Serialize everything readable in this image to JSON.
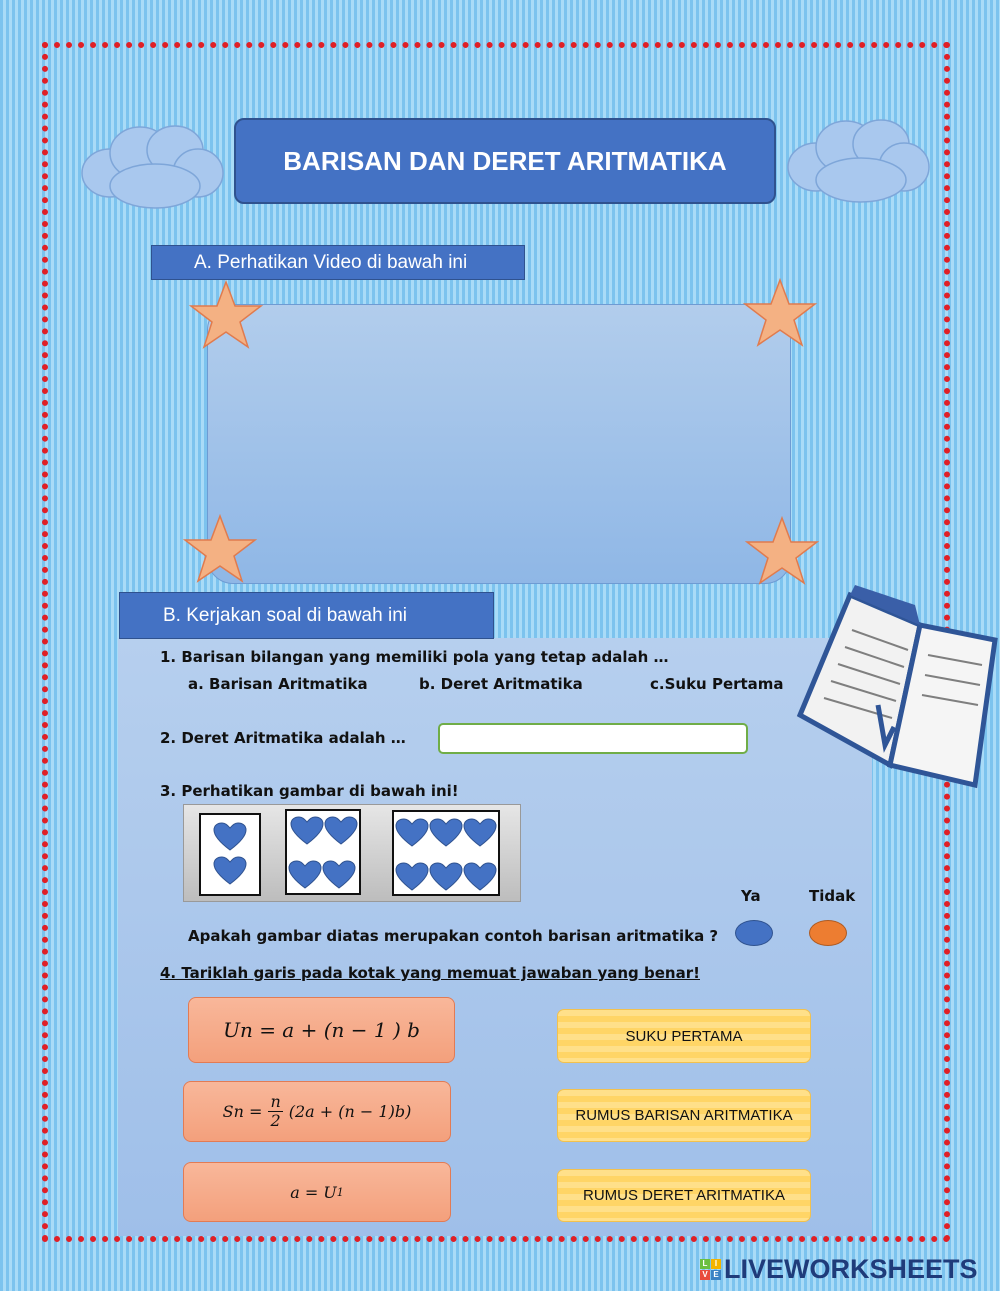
{
  "header": {
    "title": "BARISAN DAN DERET ARITMATIKA"
  },
  "section_a": {
    "label": "A.  Perhatikan Video di bawah ini"
  },
  "section_b": {
    "label": "B.  Kerjakan soal di bawah ini"
  },
  "q1": {
    "text": "1.  Barisan bilangan yang memiliki pola yang tetap adalah …",
    "options": [
      "a.  Barisan Aritmatika",
      "b.  Deret Aritmatika",
      "c.Suku Pertama"
    ]
  },
  "q2": {
    "text": "2.  Deret Aritmatika adalah …",
    "answer_value": ""
  },
  "q3": {
    "text": "3.  Perhatikan gambar di bawah ini!",
    "heart_counts": [
      2,
      4,
      6
    ],
    "question": "Apakah gambar diatas merupakan contoh barisan aritmatika ?",
    "yes_label": "Ya",
    "no_label": "Tidak"
  },
  "q4": {
    "text": "4.  Tariklah garis pada kotak yang memuat jawaban yang benar!",
    "formula_1": "Un = a  + (n − 1 ) b",
    "formula_2_left": "Sn =",
    "formula_2_num": "n",
    "formula_2_den": "2",
    "formula_2_right": "(2a + (n − 1)b)",
    "formula_3": "a = U",
    "formula_3_sub": "1",
    "answers": [
      "SUKU PERTAMA",
      "RUMUS BARISAN ARITMATIKA",
      "RUMUS DERET ARITMATIKA"
    ]
  },
  "logo": {
    "text": "LIVEWORKSHEETS",
    "mark": [
      "L",
      "I",
      "V",
      "E"
    ]
  },
  "colors": {
    "primary_blue": "#4472c4",
    "dot_red": "#e01f26",
    "formula_orange": "#f4a07c",
    "answer_yellow": "#ffe08a",
    "radio_yes": "#4472c4",
    "radio_no": "#ed7d31"
  },
  "icons": [
    "cloud-icon",
    "star-icon",
    "heart-icon",
    "open-book-icon"
  ]
}
